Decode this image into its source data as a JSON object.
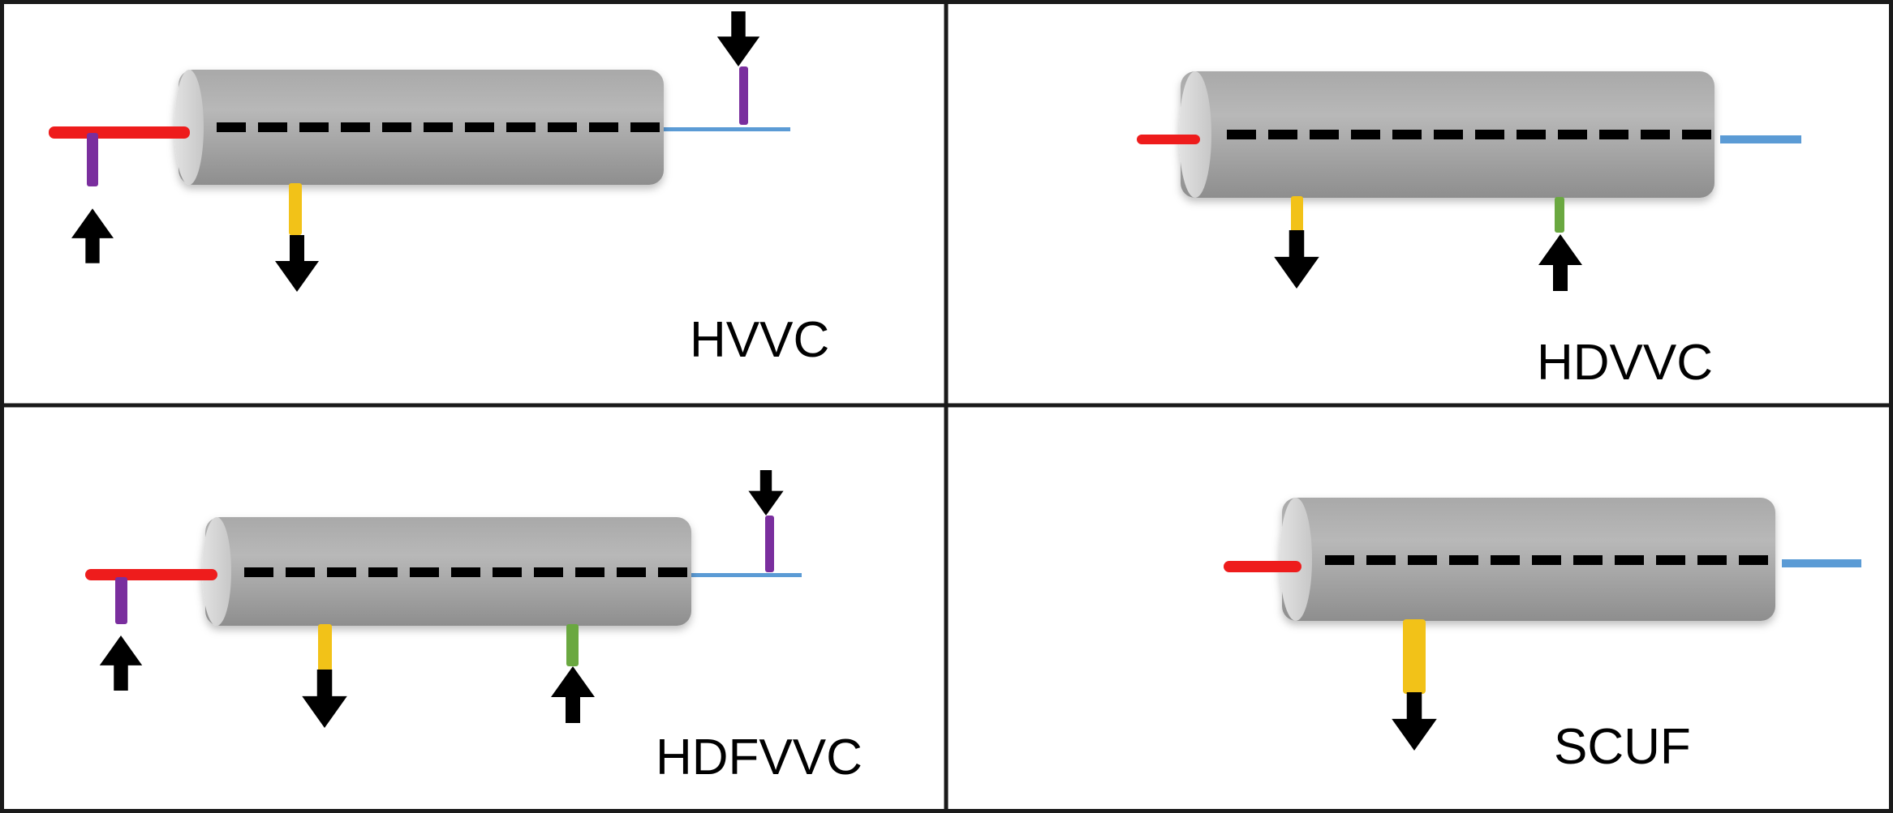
{
  "panels": {
    "hvvc": {
      "label": "HVVC"
    },
    "hdvvc": {
      "label": "HDVVC"
    },
    "hdfvvc": {
      "label": "HDFVVC"
    },
    "scuf": {
      "label": "SCUF"
    }
  },
  "colors": {
    "blood_in": "#ee1c1c",
    "blood_out": "#5b9bd5",
    "replacement_fluid": "#7a2e9e",
    "effluent": "#f2c218",
    "dialysate": "#6aa840",
    "arrow": "#000000",
    "membrane": "#000000",
    "frame": "#1a1a1a"
  },
  "icons": {
    "flow_arrow": "flow-arrow-icon",
    "filter": "hemofilter-cylinder-icon"
  }
}
